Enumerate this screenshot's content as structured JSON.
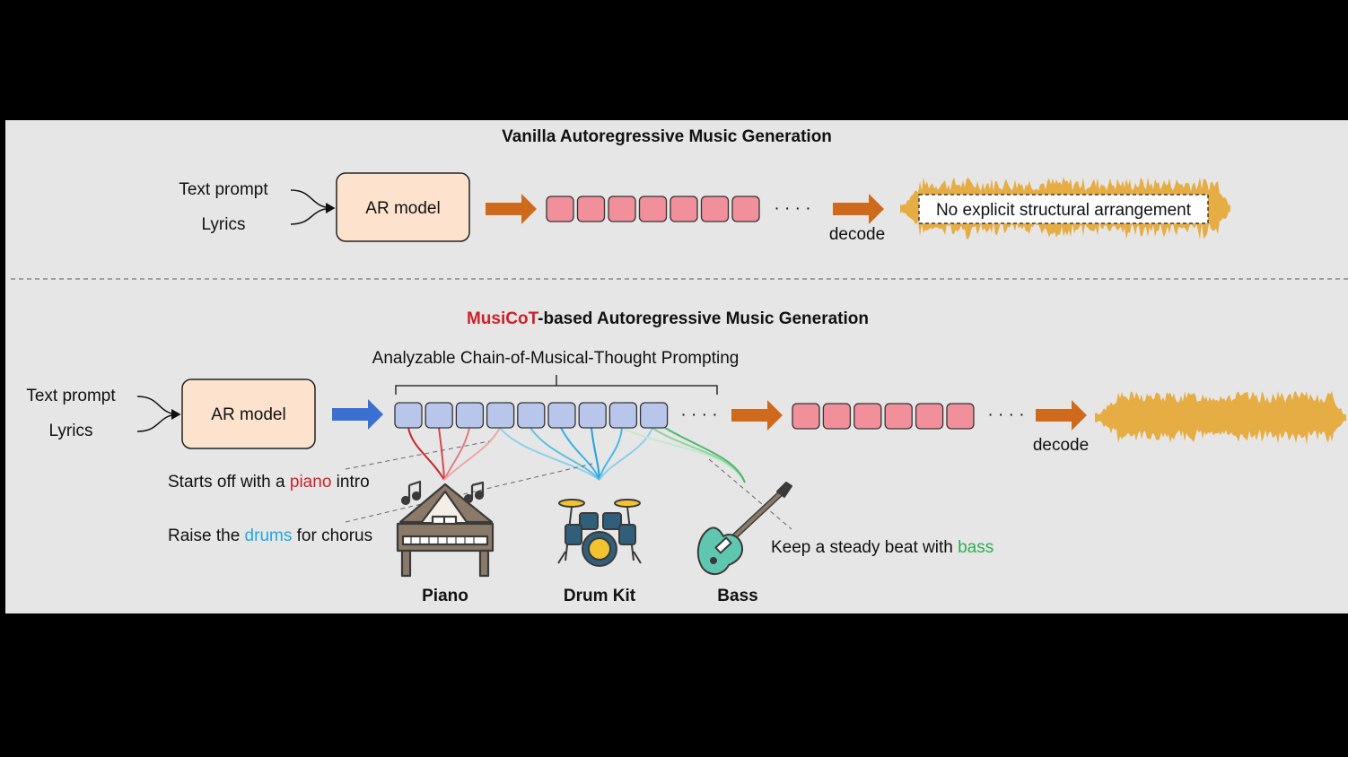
{
  "colors": {
    "background": "#000000",
    "panel": "#e6e6e6",
    "ar_box_fill": "#fde3cd",
    "token_pink": "#f1909b",
    "token_blue": "#b7c6ea",
    "arrow_orange": "#cf6a1c",
    "arrow_blue": "#3b6fd1",
    "waveform": "#e6ad45",
    "accent_red": "#d21f2a",
    "accent_cyan": "#20a8df",
    "accent_green": "#2fae55"
  },
  "top": {
    "title": "Vanilla Autoregressive Music Generation",
    "input_text": "Text prompt",
    "input_lyrics": "Lyrics",
    "model_label": "AR model",
    "token_count": 7,
    "dots": "· · · ·",
    "decode_label": "decode",
    "no_structure_note": "No explicit structural arrangement"
  },
  "bottom": {
    "title_accent": "MusiCoT",
    "title_rest": "-based Autoregressive Music Generation",
    "input_text": "Text prompt",
    "input_lyrics": "Lyrics",
    "model_label": "AR model",
    "cot_label": "Analyzable Chain-of-Musical-Thought Prompting",
    "cot_token_count": 9,
    "audio_token_count": 6,
    "dots": "· · · ·",
    "decode_label": "decode",
    "annotations": {
      "piano": {
        "prefix": "Starts off with a ",
        "highlight": "piano",
        "suffix": " intro"
      },
      "drums": {
        "prefix": "Raise the ",
        "highlight": "drums",
        "suffix": " for chorus"
      },
      "bass": {
        "prefix": "Keep a steady beat with ",
        "highlight": "bass",
        "suffix": ""
      }
    },
    "instruments": [
      "Piano",
      "Drum Kit",
      "Bass"
    ]
  }
}
